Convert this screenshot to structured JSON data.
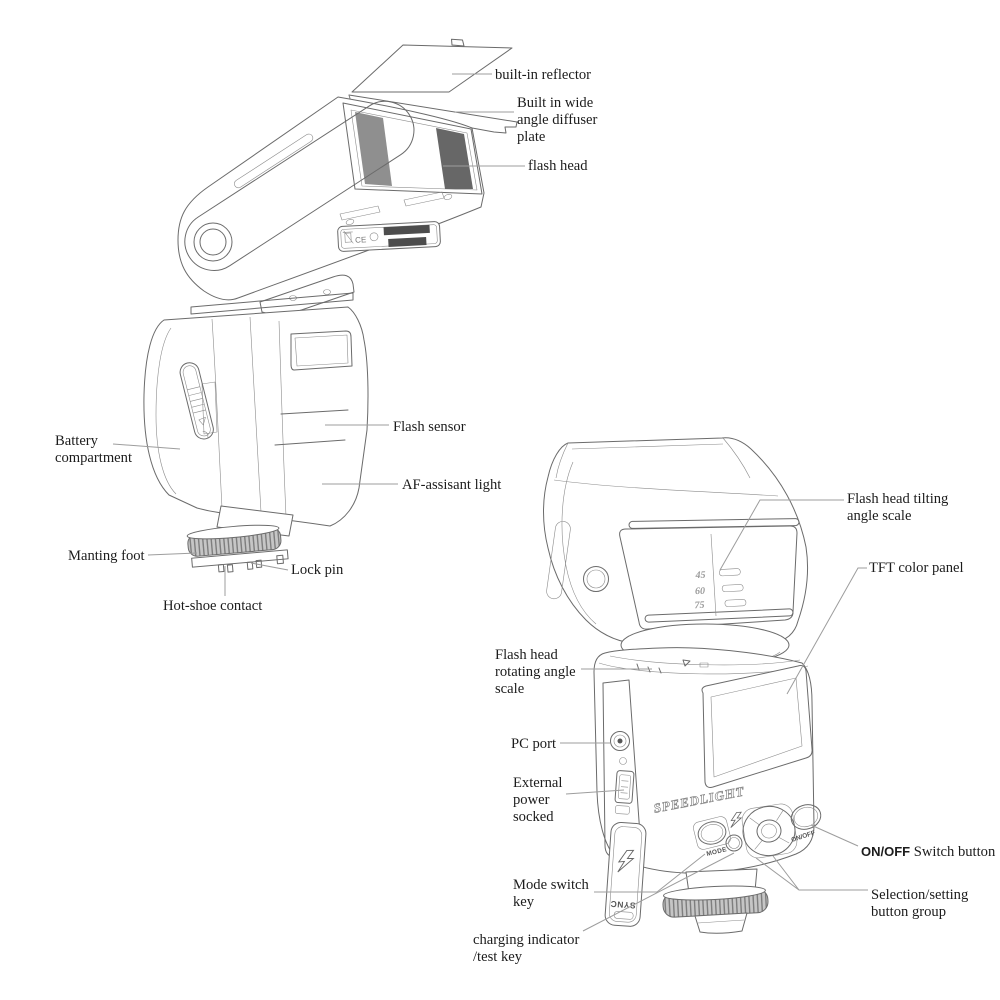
{
  "palette": {
    "line": "#6b6b6b",
    "leader": "#9d9d9d",
    "text": "#1c1c1c",
    "fresnel_light": "#8f8f8f",
    "fresnel_dark": "#676767",
    "knurl": "#c6c6c6",
    "barcode": "#4d4d4d"
  },
  "front_view": {
    "labels": {
      "reflector": "built-in reflector",
      "diffuser": "Built in wide angle diffuser plate",
      "flash_head": "flash head",
      "flash_sensor": "Flash sensor",
      "af_light": "AF-assisant light",
      "battery": "Battery compartment",
      "mounting_foot": "Manting foot",
      "lock_pin": "Lock pin",
      "hot_shoe": "Hot-shoe contact"
    },
    "markings": {
      "ce": "CE"
    }
  },
  "rear_view": {
    "labels": {
      "tilt_scale": "Flash head tilting angle scale",
      "tft": "TFT color panel",
      "rotate_scale": "Flash head rotating angle scale",
      "pc_port": "PC port",
      "ext_power": "External power socked",
      "mode_key": "Mode switch key",
      "charging": "charging indicator /test key",
      "onoff_bold": "ON/OFF",
      "onoff_rest": " Switch button",
      "selection": "Selection/setting button group"
    },
    "markings": {
      "tilt_45": "45",
      "tilt_60": "60",
      "tilt_75": "75",
      "brand": "SPEEDLIGHT",
      "mode_button": "MODE",
      "onoff_button": "ON/OFF",
      "sync_cover": "SYNC"
    }
  }
}
